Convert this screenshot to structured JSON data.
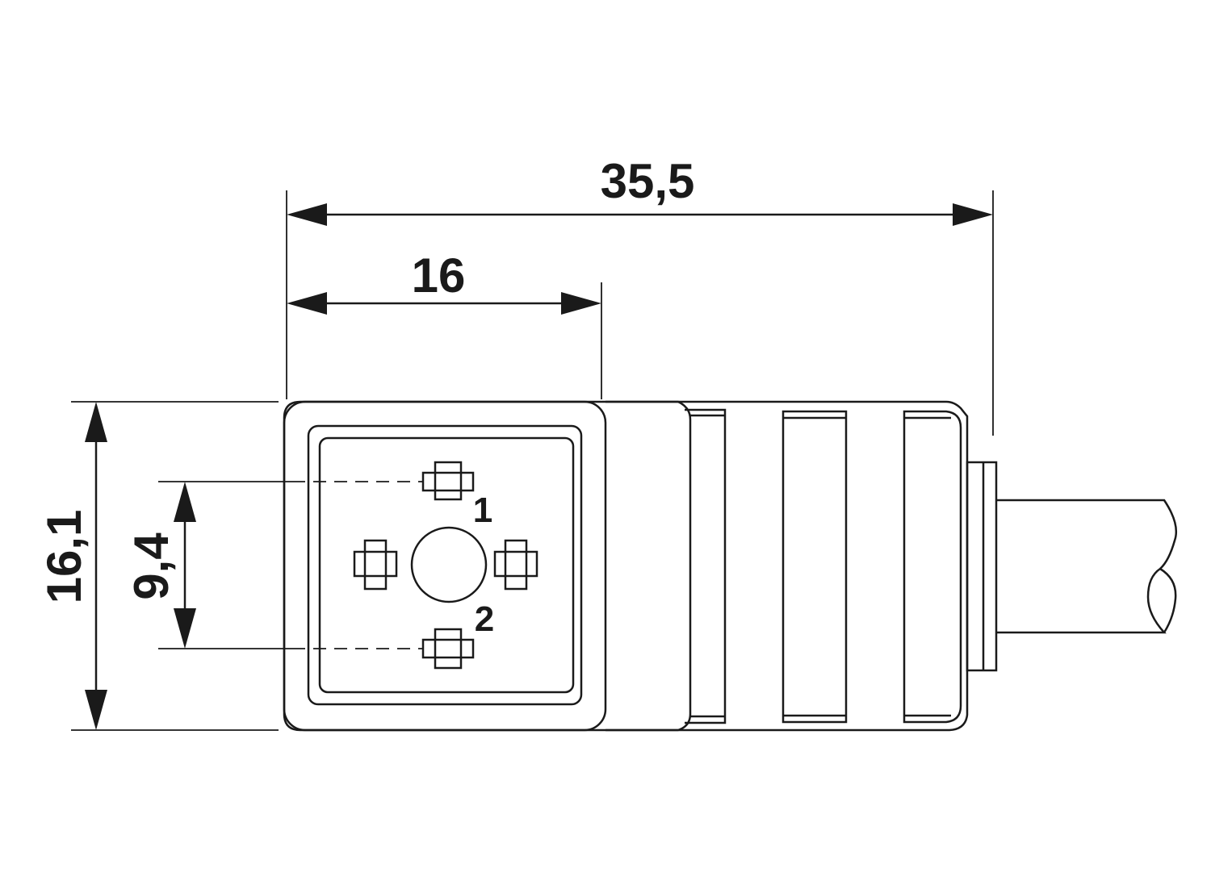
{
  "dimensions": {
    "overall_length": "35,5",
    "face_width": "16",
    "overall_height": "16,1",
    "pin_spacing": "9,4"
  },
  "pins": {
    "pin_1": "1",
    "pin_2": "2"
  },
  "colors": {
    "line": "#1a1a1a",
    "background": "#ffffff"
  }
}
